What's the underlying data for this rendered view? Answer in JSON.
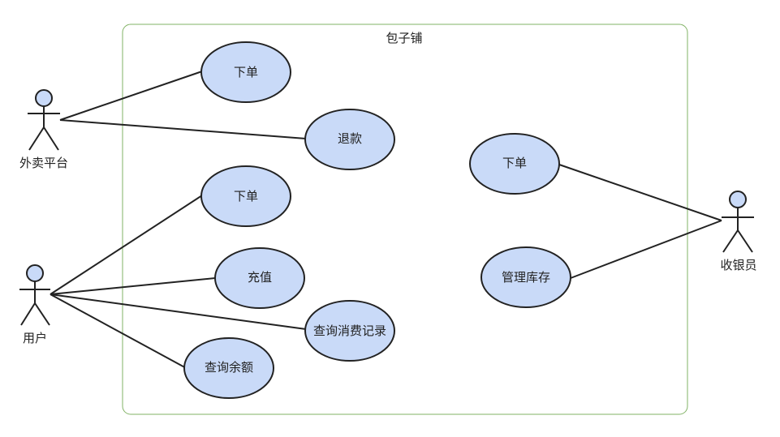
{
  "system": {
    "title": "包子铺"
  },
  "actors": {
    "delivery_platform": {
      "label": "外卖平台"
    },
    "user": {
      "label": "用户"
    },
    "cashier": {
      "label": "收银员"
    }
  },
  "use_cases": {
    "platform_order": {
      "label": "下单"
    },
    "platform_refund": {
      "label": "退款"
    },
    "user_order": {
      "label": "下单"
    },
    "user_recharge": {
      "label": "充值"
    },
    "user_query_records": {
      "label": "查询消费记录"
    },
    "user_query_balance": {
      "label": "查询余额"
    },
    "cashier_order": {
      "label": "下单"
    },
    "cashier_inventory": {
      "label": "管理库存"
    }
  },
  "colors": {
    "usecase_fill": "#c9daf8",
    "boundary_stroke": "#82b366",
    "line": "#222222"
  }
}
